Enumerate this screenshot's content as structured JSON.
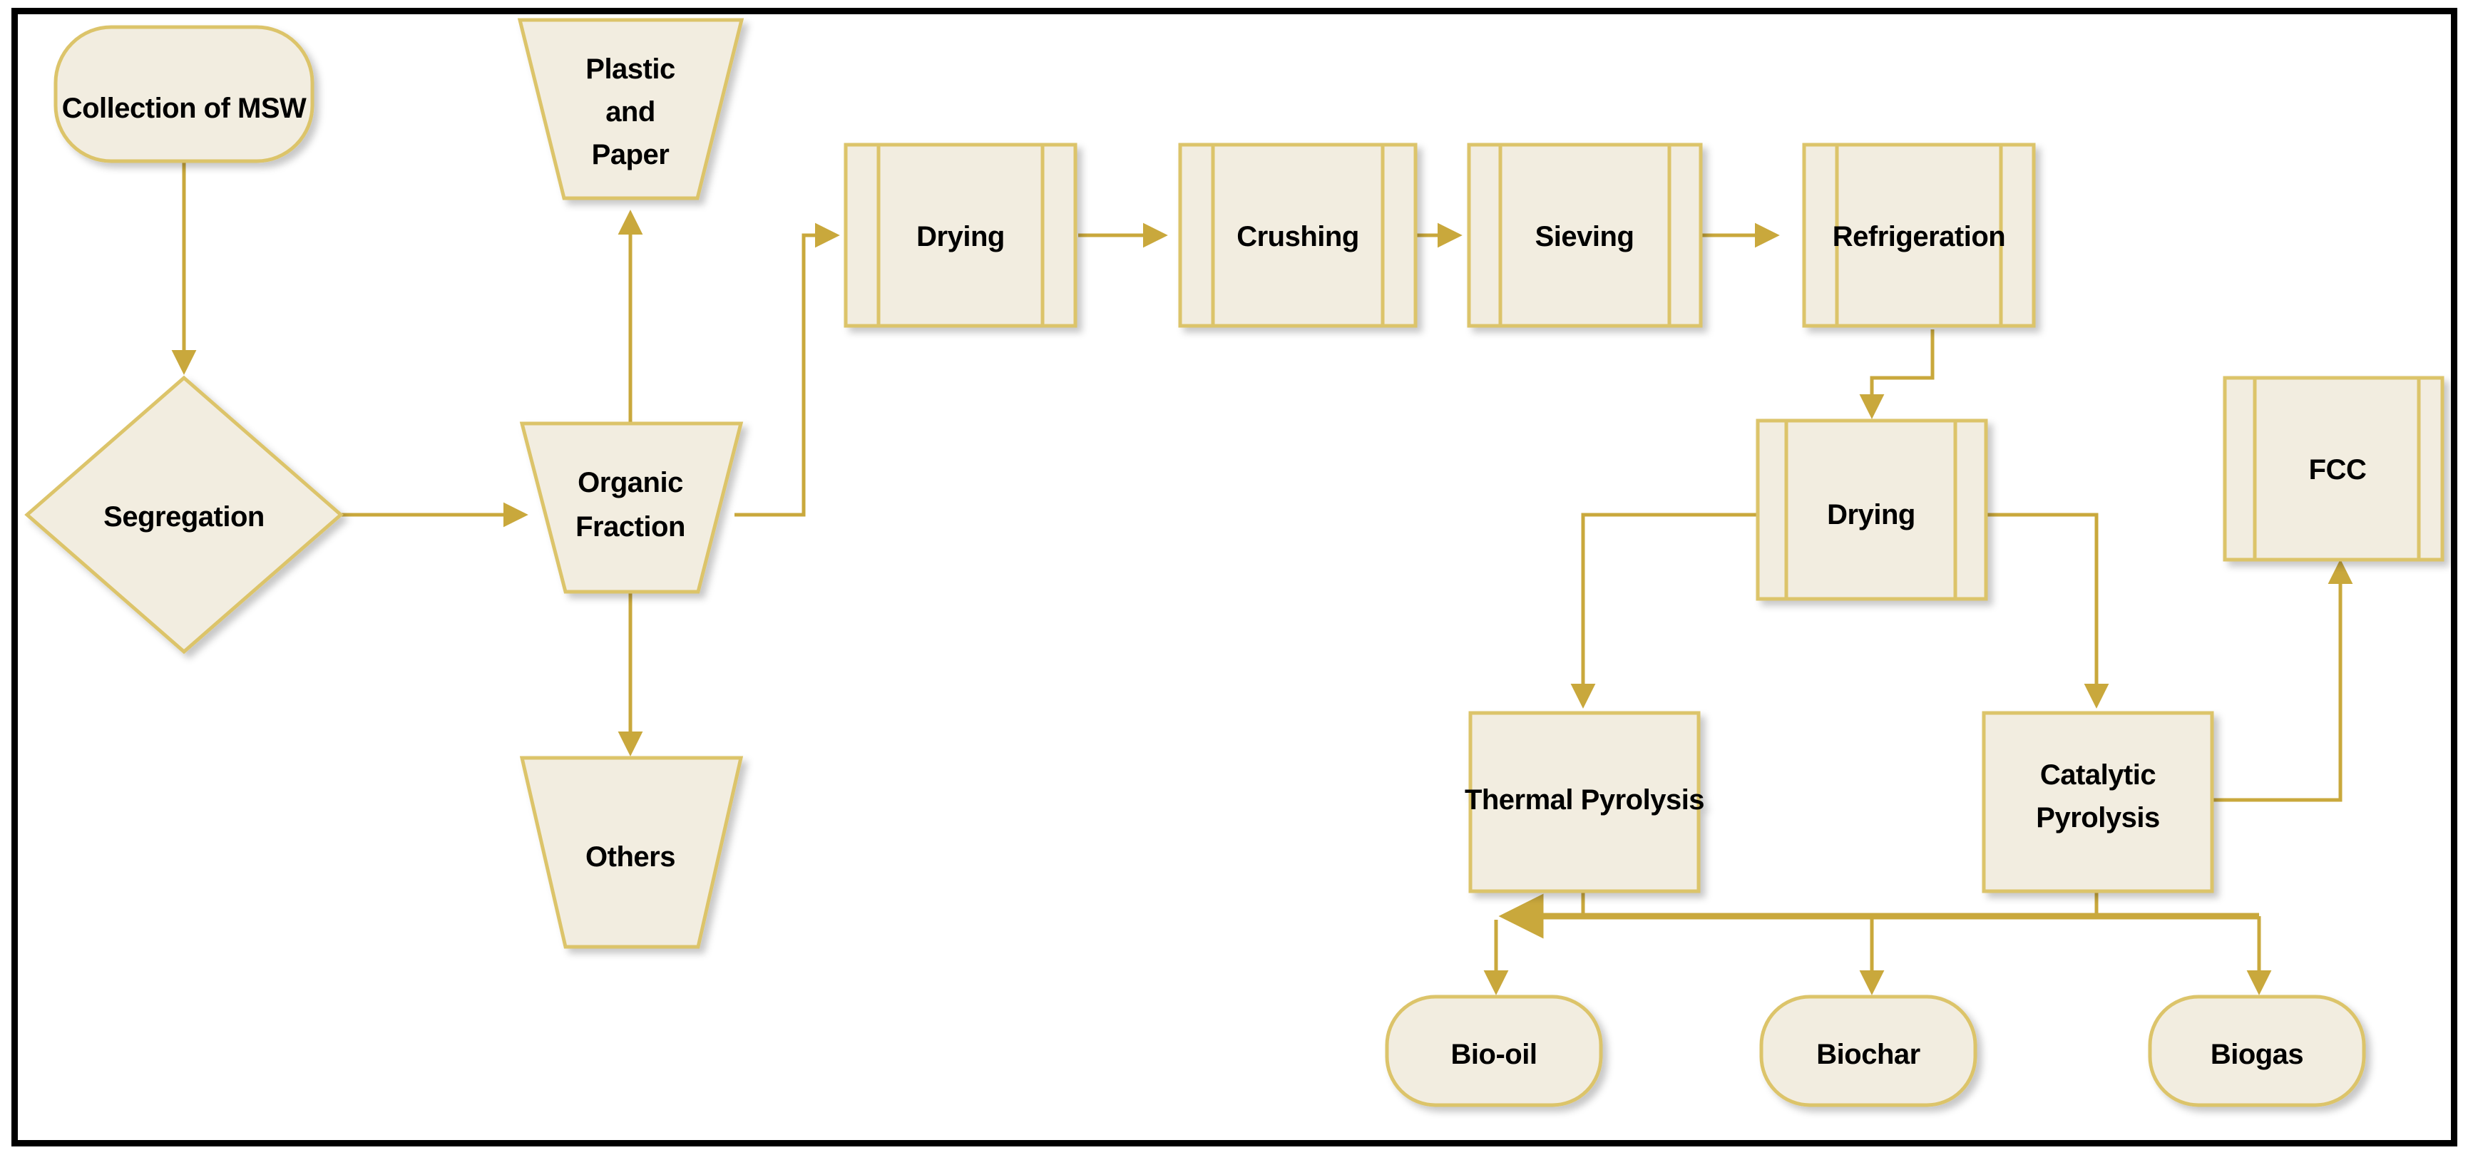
{
  "diagram": {
    "title": "Municipal Solid Waste to Bio-oil Pyrolysis Process Flowchart",
    "colors": {
      "node_fill": "#F2EDE0",
      "node_stroke": "#DCC46B",
      "edge": "#C9A83C",
      "frame": "#000000",
      "label_text": "#000000",
      "background": "#FFFFFF"
    },
    "nodes": [
      {
        "id": "collection",
        "label": "Collection of MSW",
        "shape": "terminator"
      },
      {
        "id": "plastic",
        "label": "Plastic\nand\nPaper",
        "line1": "Plastic",
        "line2": "and",
        "line3": "Paper",
        "shape": "trapezoid-inverted"
      },
      {
        "id": "segregation",
        "label": "Segregation",
        "shape": "diamond"
      },
      {
        "id": "organic",
        "label": "Organic\nFraction",
        "line1": "Organic",
        "line2": "Fraction",
        "shape": "trapezoid-inverted"
      },
      {
        "id": "others",
        "label": "Others",
        "shape": "trapezoid-inverted"
      },
      {
        "id": "drying1",
        "label": "Drying",
        "shape": "predefined-process"
      },
      {
        "id": "crushing",
        "label": "Crushing",
        "shape": "predefined-process"
      },
      {
        "id": "sieving",
        "label": "Sieving",
        "shape": "predefined-process"
      },
      {
        "id": "refrigeration",
        "label": "Refrigeration",
        "shape": "predefined-process"
      },
      {
        "id": "drying2",
        "label": "Drying",
        "shape": "predefined-process"
      },
      {
        "id": "fcc",
        "label": "FCC",
        "shape": "predefined-process"
      },
      {
        "id": "thermal",
        "label": "Thermal Pyrolysis",
        "shape": "rectangle"
      },
      {
        "id": "catalytic",
        "label": "Catalytic\nPyrolysis",
        "line1": "Catalytic",
        "line2": "Pyrolysis",
        "shape": "rectangle"
      },
      {
        "id": "biooil",
        "label": "Bio-oil",
        "shape": "terminator"
      },
      {
        "id": "biochar",
        "label": "Biochar",
        "shape": "terminator"
      },
      {
        "id": "biogas",
        "label": "Biogas",
        "shape": "terminator"
      }
    ],
    "edges": [
      {
        "from": "collection",
        "to": "segregation"
      },
      {
        "from": "segregation",
        "to": "organic"
      },
      {
        "from": "organic",
        "to": "plastic"
      },
      {
        "from": "organic",
        "to": "others"
      },
      {
        "from": "organic",
        "to": "drying1"
      },
      {
        "from": "drying1",
        "to": "crushing"
      },
      {
        "from": "crushing",
        "to": "sieving"
      },
      {
        "from": "sieving",
        "to": "refrigeration"
      },
      {
        "from": "refrigeration",
        "to": "drying2"
      },
      {
        "from": "drying2",
        "to": "thermal"
      },
      {
        "from": "drying2",
        "to": "catalytic"
      },
      {
        "from": "thermal",
        "to": "biooil"
      },
      {
        "from": "thermal",
        "to": "biochar"
      },
      {
        "from": "catalytic",
        "to": "biooil"
      },
      {
        "from": "catalytic",
        "to": "biochar"
      },
      {
        "from": "catalytic",
        "to": "biogas"
      },
      {
        "from": "catalytic",
        "to": "fcc"
      }
    ]
  }
}
